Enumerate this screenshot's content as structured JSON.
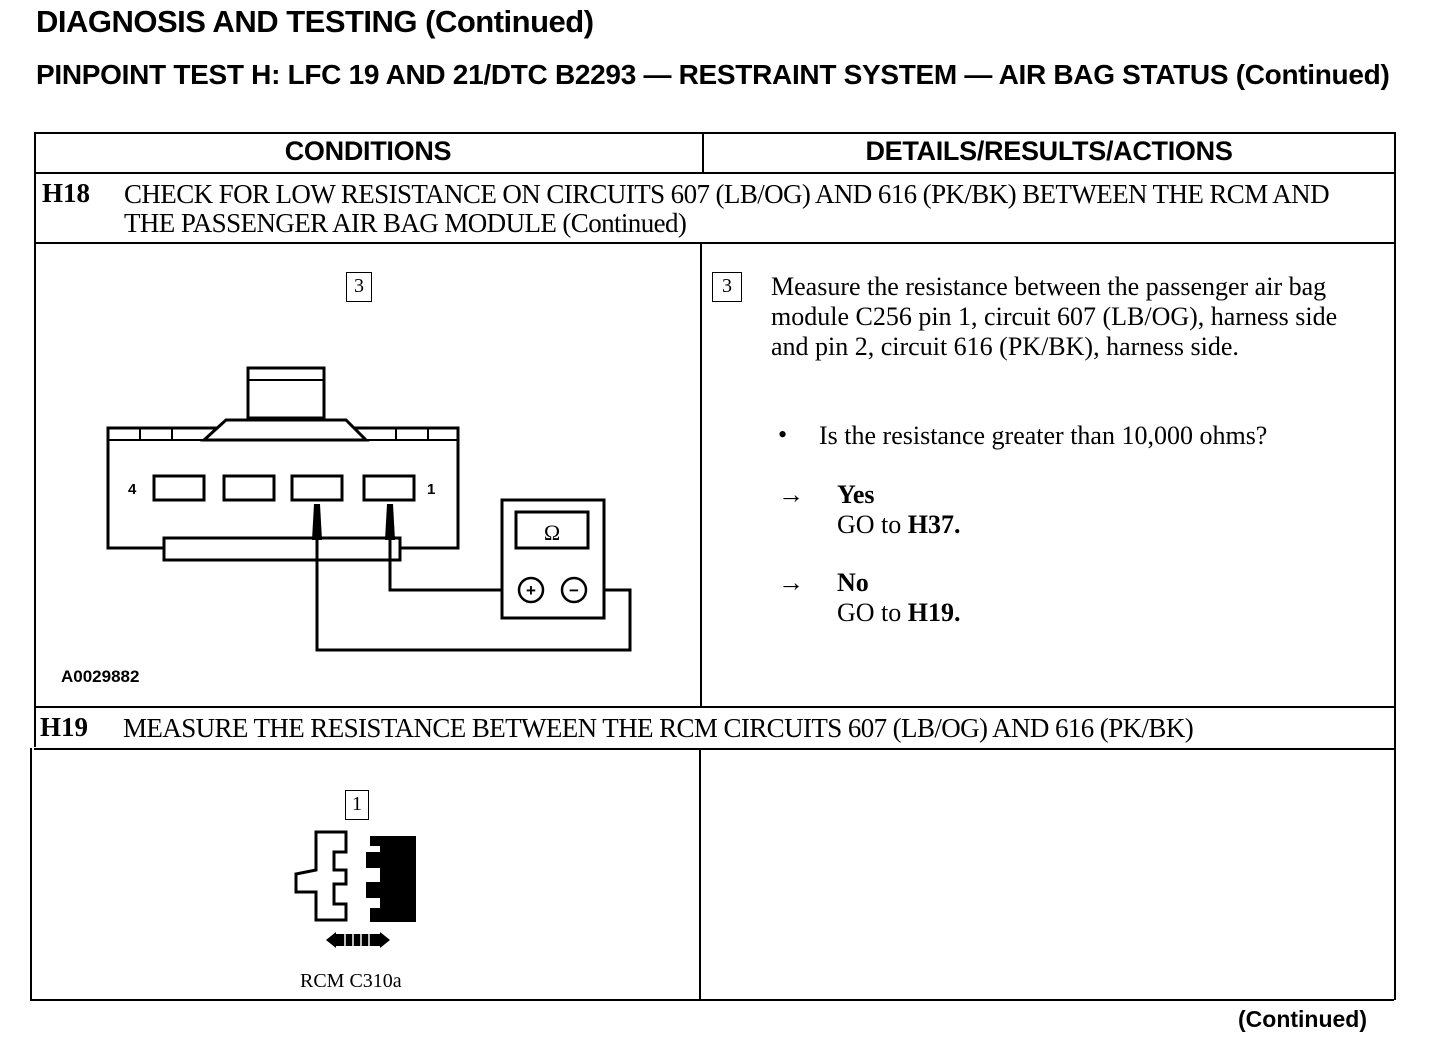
{
  "header": {
    "title": "DIAGNOSIS AND TESTING (Continued)",
    "test_title": "PINPOINT TEST H: LFC 19 AND 21/DTC B2293 — RESTRAINT SYSTEM — AIR BAG STATUS (Continued)"
  },
  "table": {
    "col_conditions": "CONDITIONS",
    "col_details": "DETAILS/RESULTS/ACTIONS",
    "steps": [
      {
        "id": "H18",
        "title": "CHECK FOR LOW RESISTANCE ON CIRCUITS 607 (LB/OG) AND 616 (PK/BK) BETWEEN THE RCM AND THE PASSENGER AIR BAG MODULE (Continued)",
        "figure": {
          "step_number": "3",
          "pin_left": "4",
          "pin_right": "1",
          "meter_symbol": "Ω",
          "meter_plus": "+",
          "meter_minus": "−",
          "figure_id": "A0029882",
          "icon": "ohmmeter-connector-diagram"
        },
        "details": {
          "step_number": "3",
          "text": "Measure the resistance between the passenger air bag module C256 pin 1, circuit 607 (LB/OG), harness side and pin 2, circuit 616 (PK/BK), harness side.",
          "bullet": "•",
          "question": "Is the resistance greater than 10,000 ohms?",
          "arrow": "→",
          "yes": {
            "label": "Yes",
            "action_prefix": "GO to",
            "target": "H37."
          },
          "no": {
            "label": "No",
            "action_prefix": "GO to",
            "target": "H19."
          }
        }
      },
      {
        "id": "H19",
        "title": "MEASURE THE RESISTANCE BETWEEN THE RCM CIRCUITS 607 (LB/OG) AND 616 (PK/BK)",
        "figure": {
          "step_number": "1",
          "label": "RCM C310a",
          "icon": "connector-disconnect-diagram"
        }
      }
    ]
  },
  "footer": {
    "continued": "(Continued)"
  }
}
